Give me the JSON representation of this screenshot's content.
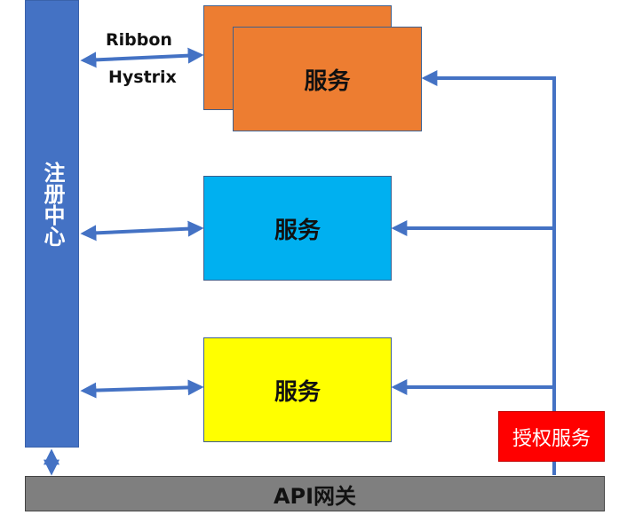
{
  "registry": {
    "label": "注册中心"
  },
  "services": [
    {
      "label": "服务"
    },
    {
      "label": "服务"
    },
    {
      "label": "服务"
    }
  ],
  "gateway": {
    "label": "API网关"
  },
  "auth": {
    "label": "授权服务"
  },
  "link_labels": {
    "ribbon": "Ribbon",
    "hystrix": "Hystrix"
  },
  "colors": {
    "registry": "#4472c4",
    "arrow": "#4472c4",
    "service_orange": "#ed7d31",
    "service_blue": "#00b0f0",
    "service_yellow": "#ffff00",
    "gateway": "#7f7f7f",
    "auth": "#ff0000"
  }
}
